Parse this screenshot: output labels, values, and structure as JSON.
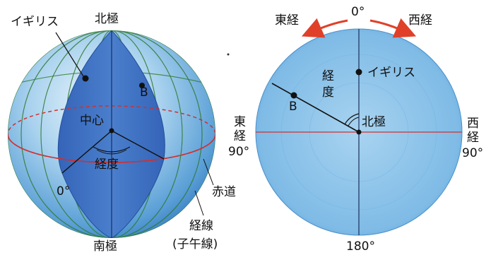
{
  "globe": {
    "north_pole": "北極",
    "south_pole": "南極",
    "uk": "イギリス",
    "point_b": "B",
    "center": "中心",
    "longitude_angle": "経度",
    "zero_deg": "0°",
    "equator": "赤道",
    "meridian": "経線",
    "prime_meridian": "(子午線)"
  },
  "polar_view": {
    "east_longitude_top": "東経",
    "west_longitude_top": "西経",
    "zero_deg": "0°",
    "longitude_label_line1": "経",
    "longitude_label_line2": "度",
    "uk": "イギリス",
    "point_b": "B",
    "north_pole": "北極",
    "east_label_line1": "東",
    "east_label_line2": "経",
    "east_90": "90°",
    "west_label_line1": "西",
    "west_label_line2": "経",
    "west_90": "90°",
    "deg_180": "180°"
  },
  "colors": {
    "sphere_light": "#cfe6f4",
    "sphere_mid": "#8cc3e6",
    "sphere_dark": "#2e6fb5",
    "wedge": "#3b6fc0",
    "meridian_line": "#2f7a2f",
    "equator_line": "#d03030",
    "arrow_red": "#e0402a"
  }
}
